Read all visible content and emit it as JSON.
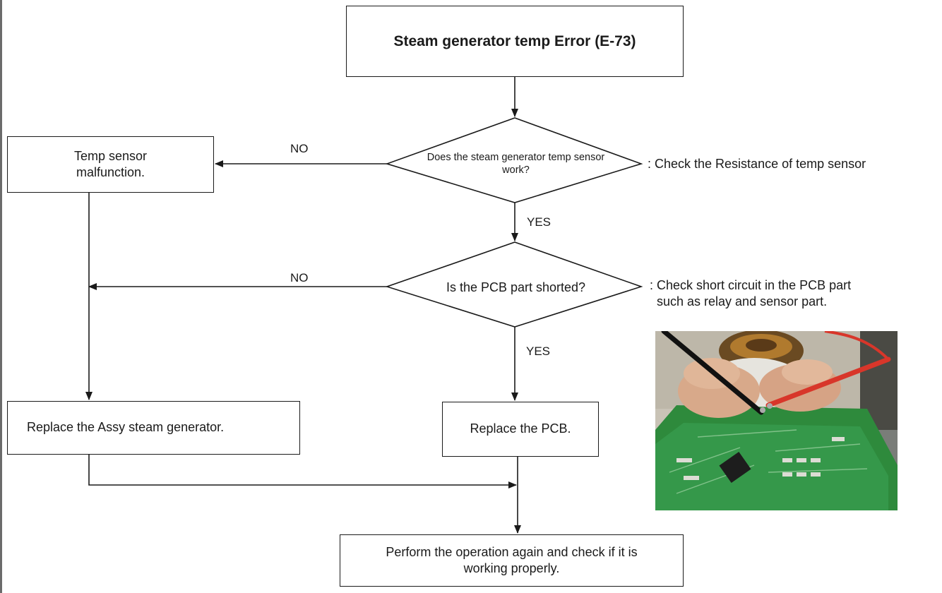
{
  "title": "Steam generator temp Error (E-73)",
  "decision_1": {
    "text": "Does the steam generator temp sensor work?",
    "no_label": "NO",
    "yes_label": "YES",
    "note": ": Check the Resistance of temp sensor"
  },
  "decision_2": {
    "text": "Is the PCB part shorted?",
    "no_label": "NO",
    "yes_label": "YES",
    "note_line1": ": Check short circuit in the PCB part",
    "note_line2": "such as relay and sensor part."
  },
  "boxes": {
    "temp_sensor": "Temp sensor malfunction.",
    "replace_assy": "Replace the Assy steam generator.",
    "replace_pcb": "Replace the PCB.",
    "perform": "Perform the operation again and check if it is working properly."
  },
  "colors": {
    "line": "#1a1a1a",
    "pcb_green": "#2e8a3c",
    "probe_red": "#d8362a"
  }
}
